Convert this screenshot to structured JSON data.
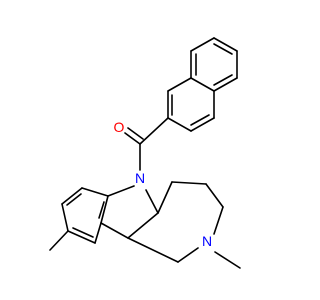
{
  "molecule": {
    "atoms": {
      "oxygen": {
        "symbol": "O",
        "color": "#ff0000"
      },
      "indole_nitrogen": {
        "symbol": "N",
        "color": "#0000ff"
      },
      "ring_nitrogen": {
        "symbol": "N",
        "color": "#0000ff"
      }
    },
    "bond_color": "#000000"
  }
}
